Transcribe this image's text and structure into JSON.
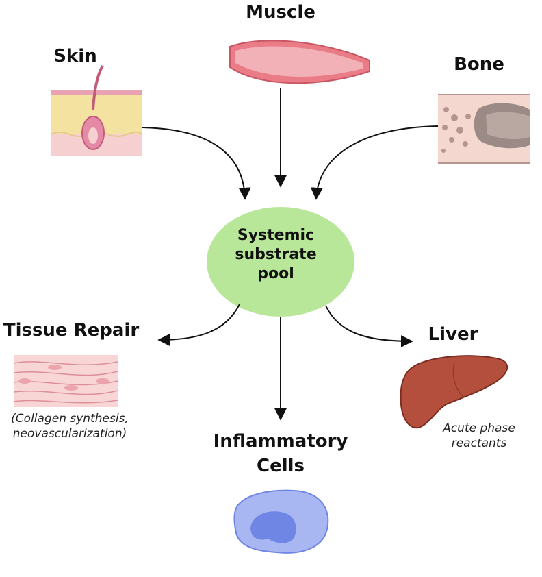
{
  "hub": {
    "label": "Systemic substrate pool",
    "fill": "#b9e79a"
  },
  "sources": {
    "muscle": {
      "label": "Muscle"
    },
    "skin": {
      "label": "Skin"
    },
    "bone": {
      "label": "Bone"
    }
  },
  "targets": {
    "tissue_repair": {
      "label": "Tissue Repair",
      "note_line1": "(Collagen synthesis,",
      "note_line2": "neovascularization)"
    },
    "liver": {
      "label": "Liver",
      "note_line1": "Acute phase",
      "note_line2": "reactants"
    },
    "inflammatory_cells": {
      "label_line1": "Inflammatory",
      "label_line2": "Cells"
    }
  },
  "colors": {
    "muscle": "#e97c86",
    "skin_band": "#f4e3a0",
    "skin_base": "#f6cfd0",
    "bone": "#f4d8cf",
    "bone_marrow": "#9c8a86",
    "liver": "#b54f3d",
    "cell": "#a8b6f2",
    "cell_nucleus": "#6f86e4",
    "arrow": "#111111"
  }
}
